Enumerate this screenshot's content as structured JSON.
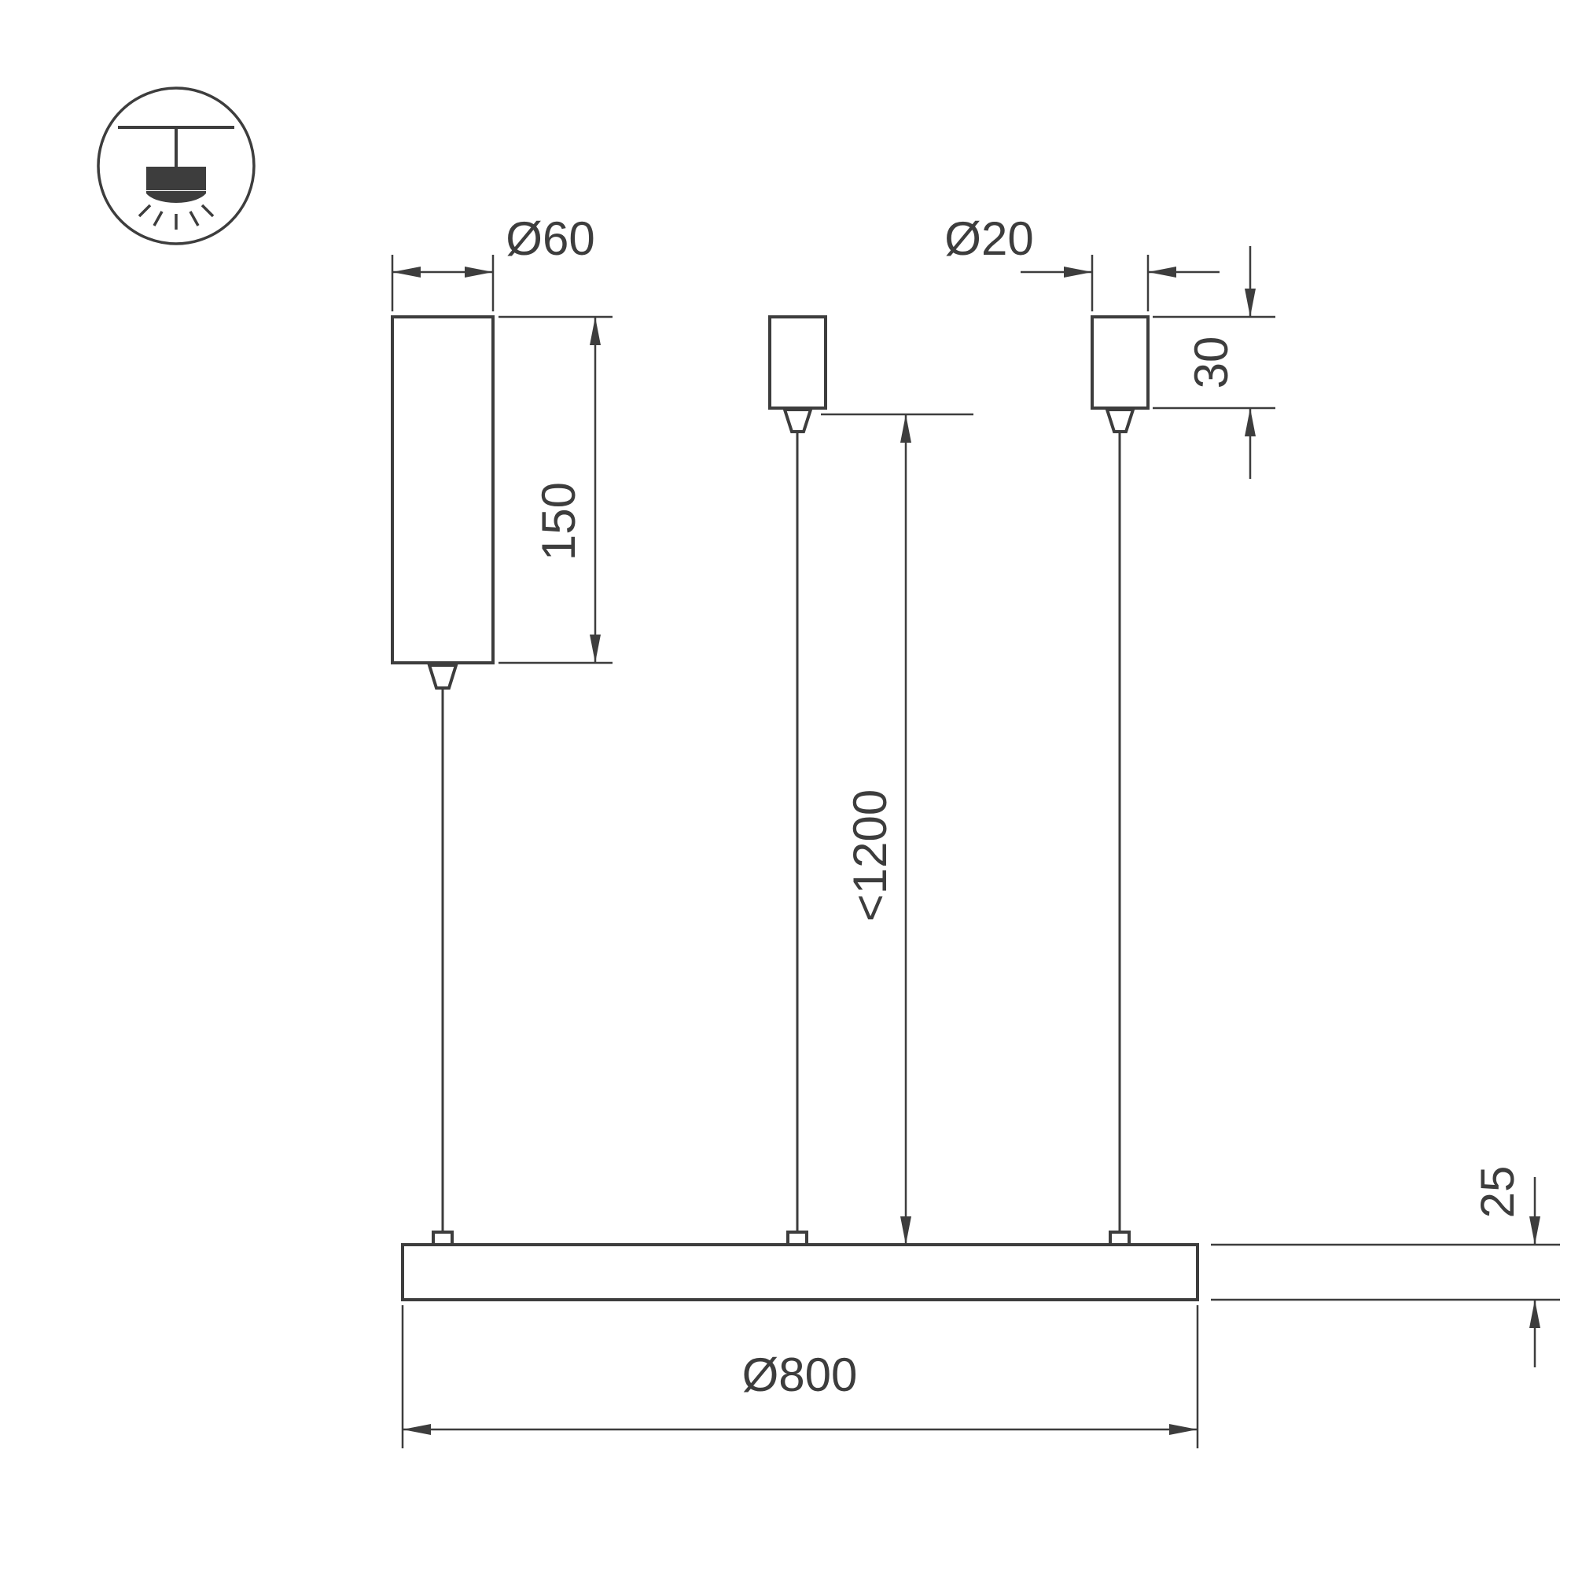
{
  "diagram": {
    "type": "technical-dimension-drawing",
    "subject": "pendant-luminaire",
    "background_color": "#ffffff",
    "line_color": "#3d3d3d",
    "icon": {
      "name": "ceiling-pendant-mount-icon",
      "meaning": "suspended ceiling mounting"
    },
    "dims": {
      "driver_canopy_diameter": "Ø60",
      "driver_canopy_height": "150",
      "small_canopy_diameter": "Ø20",
      "small_canopy_height": "30",
      "suspension_length_max": "<1200",
      "lamp_profile_height": "25",
      "lamp_ring_diameter": "Ø800"
    }
  }
}
